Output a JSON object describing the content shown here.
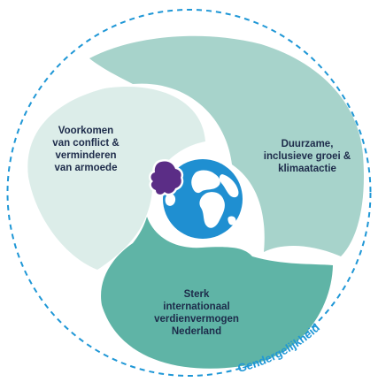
{
  "diagram": {
    "segments": [
      {
        "id": "left",
        "lines": [
          "Voorkomen",
          "van conflict &",
          "verminderen",
          "van armoede"
        ],
        "color": "#dcede9"
      },
      {
        "id": "right",
        "lines": [
          "Duurzame,",
          "inclusieve groei &",
          "klimaatactie"
        ],
        "color": "#a7d3cb"
      },
      {
        "id": "bottom",
        "lines": [
          "Sterk",
          "internationaal",
          "verdienvermogen",
          "Nederland"
        ],
        "color": "#5fb4a6"
      }
    ],
    "outer_ring": {
      "label": "Gendergelijkheid",
      "color": "#1f97d6",
      "style": "dashed"
    },
    "center": {
      "globe_ocean_color": "#1f8fd1",
      "globe_land_color": "#ffffff",
      "netherlands_color": "#5b2d86",
      "icons": [
        "globe-icon",
        "netherlands-map-icon"
      ]
    }
  }
}
